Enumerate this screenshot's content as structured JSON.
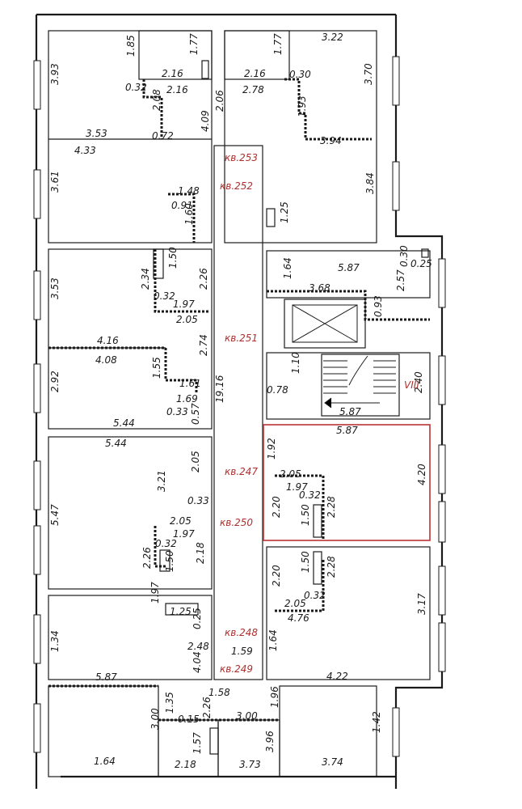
{
  "colors": {
    "walls": "#1a1a1a",
    "apartment_labels": "#b03030",
    "highlight": "#bb3333",
    "background": "#ffffff"
  },
  "apartments": [
    "кв.253",
    "кв.252",
    "кв.251",
    "кв.247",
    "кв.250",
    "кв.248",
    "кв.249"
  ],
  "section": "VIII",
  "dims": [
    "3.93",
    "1.85",
    "1.77",
    "2.16",
    "2.16",
    "0.32",
    "2.08",
    "0.72",
    "3.53",
    "4.33",
    "4.09",
    "2.06",
    "1.77",
    "2.16",
    "2.78",
    "0.30",
    "3.22",
    "3.70",
    "1.93",
    "3.94",
    "1.48",
    "0.91",
    "1.60",
    "3.61",
    "1.25",
    "3.84",
    "1.50",
    "2.34",
    "3.53",
    "2.26",
    "1.64",
    "5.87",
    "0.30",
    "0.25",
    "2.57",
    "3.68",
    "0.32",
    "1.97",
    "2.05",
    "0.93",
    "4.16",
    "2.74",
    "4.08",
    "1.55",
    "1.10",
    "1.61",
    "2.92",
    "1.69",
    "0.78",
    "5.87",
    "2.40",
    "0.33",
    "19.16",
    "0.57",
    "5.44",
    "5.87",
    "5.44",
    "1.92",
    "2.05",
    "3.21",
    "2.05",
    "1.97",
    "0.32",
    "0.33",
    "5.47",
    "2.20",
    "1.50",
    "2.28",
    "4.20",
    "2.05",
    "1.97",
    "0.32",
    "2.26",
    "1.50",
    "2.18",
    "2.20",
    "1.50",
    "2.28",
    "0.32",
    "1.25",
    "1.97",
    "2.05",
    "4.76",
    "3.17",
    "1.34",
    "0.25",
    "2.48",
    "1.64",
    "1.59",
    "4.04",
    "5.87",
    "4.22",
    "1.58",
    "1.35",
    "1.96",
    "0.15",
    "2.26",
    "3.00",
    "3.00",
    "1.42",
    "1.57",
    "3.96",
    "1.64",
    "2.18",
    "3.73",
    "3.74"
  ]
}
